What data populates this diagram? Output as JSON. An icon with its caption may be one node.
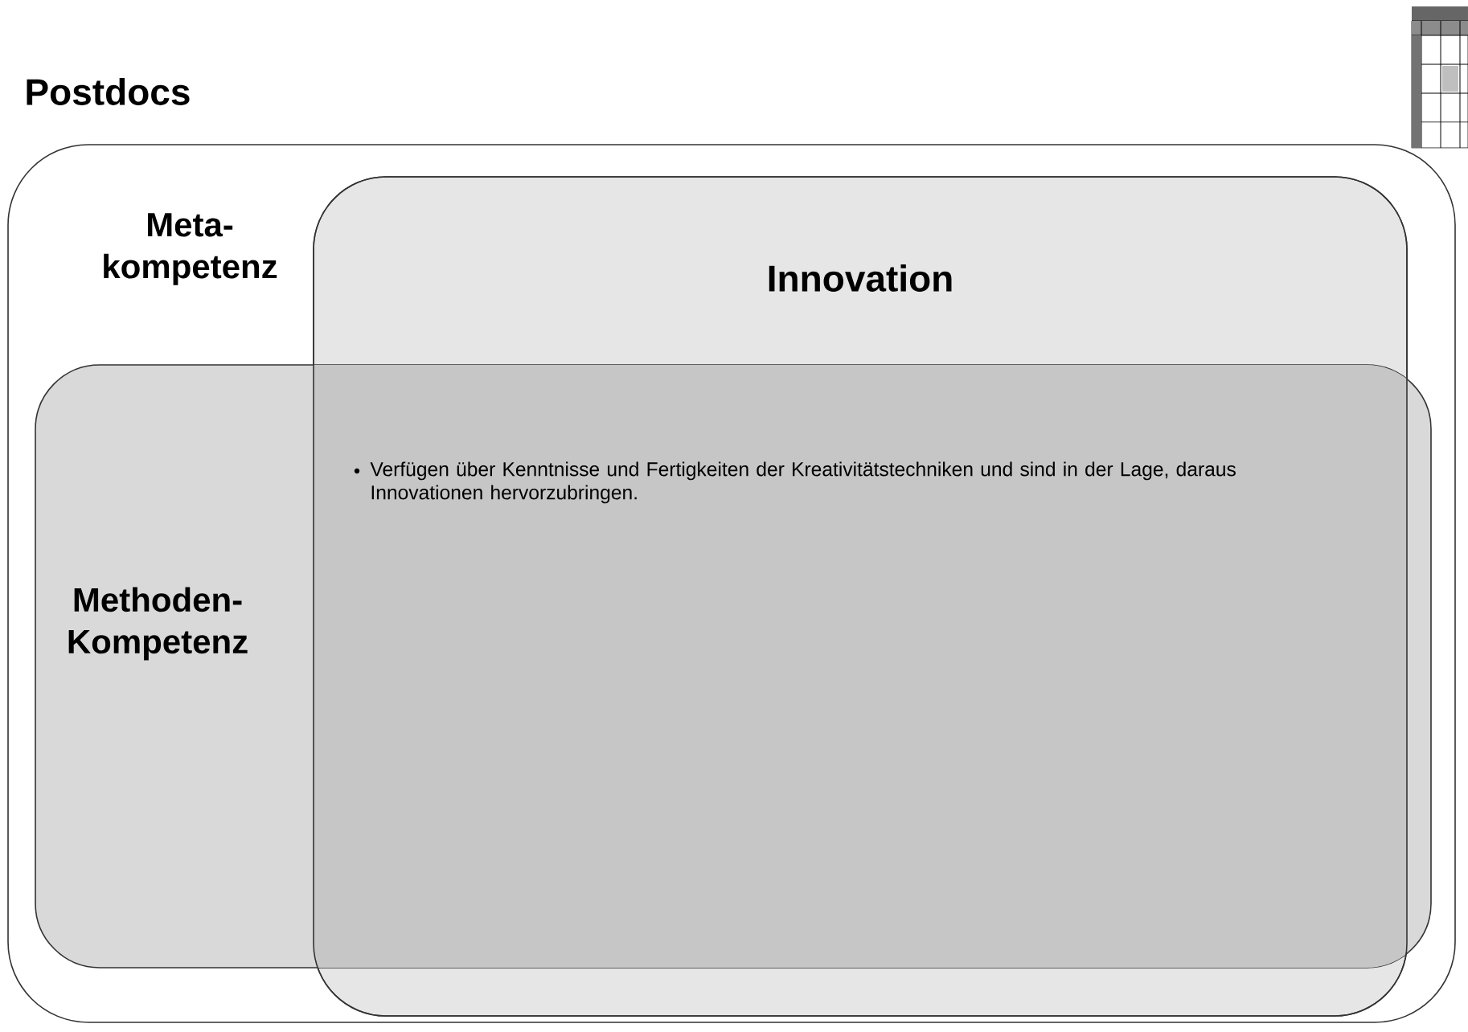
{
  "diagram": {
    "title": "Postdocs",
    "nodes": [
      {
        "text": [
          "Meta- kompetenz"
        ]
      },
      {
        "text": [
          "Innovation"
        ],
        "in": 0
      },
      {
        "text": [
          "Methoden- Kompetenz"
        ],
        "in": 0
      }
    ],
    "labels": [
      "Verfügen über Kenntnisse und Fertigkeiten der Kreativitätstechniken und sind in der Lage, daraus Innovationen hervorzubringen."
    ]
  }
}
